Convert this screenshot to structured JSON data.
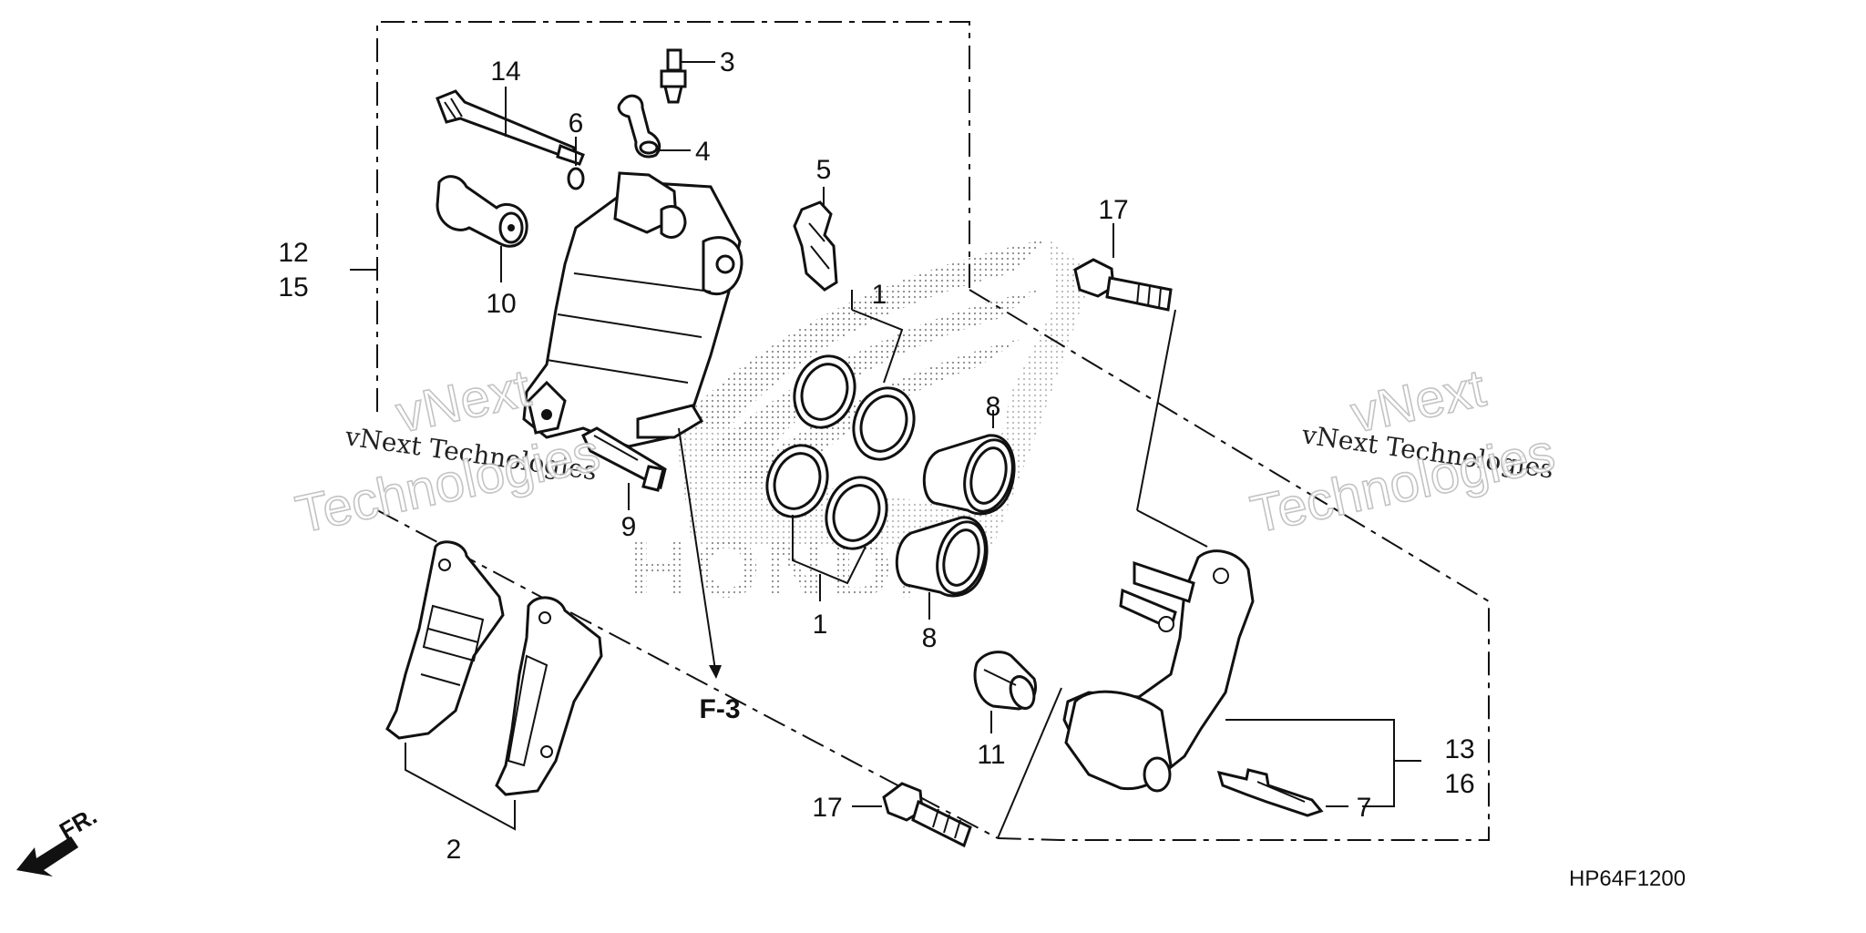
{
  "callouts": {
    "c1a": "1",
    "c1b": "1",
    "c2": "2",
    "c3": "3",
    "c4": "4",
    "c5": "5",
    "c6": "6",
    "c7": "7",
    "c8a": "8",
    "c8b": "8",
    "c9": "9",
    "c10": "10",
    "c11": "11",
    "c12": "12",
    "c13": "13",
    "c14": "14",
    "c15": "15",
    "c16": "16",
    "c17a": "17",
    "c17b": "17"
  },
  "reference": "F-3",
  "front_marker": "FR.",
  "diagram_code": "HP64F1200",
  "watermarks": {
    "line1": "vNext Technologies",
    "line2": "vNext Technologies",
    "big1": "vNext",
    "big2": "Technologies",
    "big3": "vNext",
    "big4": "Technologies"
  },
  "logo_text": "HONDA"
}
